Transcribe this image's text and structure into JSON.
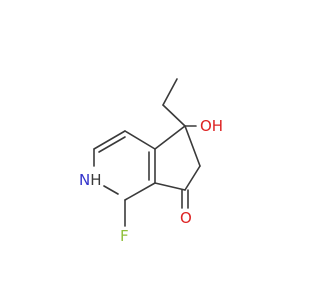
{
  "molecule": {
    "atoms": {
      "nh": {
        "text": "H",
        "prefix": "N",
        "color_n": "#3333cc",
        "color_h": "#3a3a3a"
      },
      "fluorine": {
        "text": "F",
        "color": "#8fbf3a"
      },
      "oxygen_ketone": {
        "text": "O",
        "color": "#dd2222"
      },
      "hydroxyl": {
        "text": "OH",
        "color_o": "#dd2222",
        "color_h": "#dd2222"
      }
    },
    "colors": {
      "bond": "#3a3a3a"
    }
  }
}
